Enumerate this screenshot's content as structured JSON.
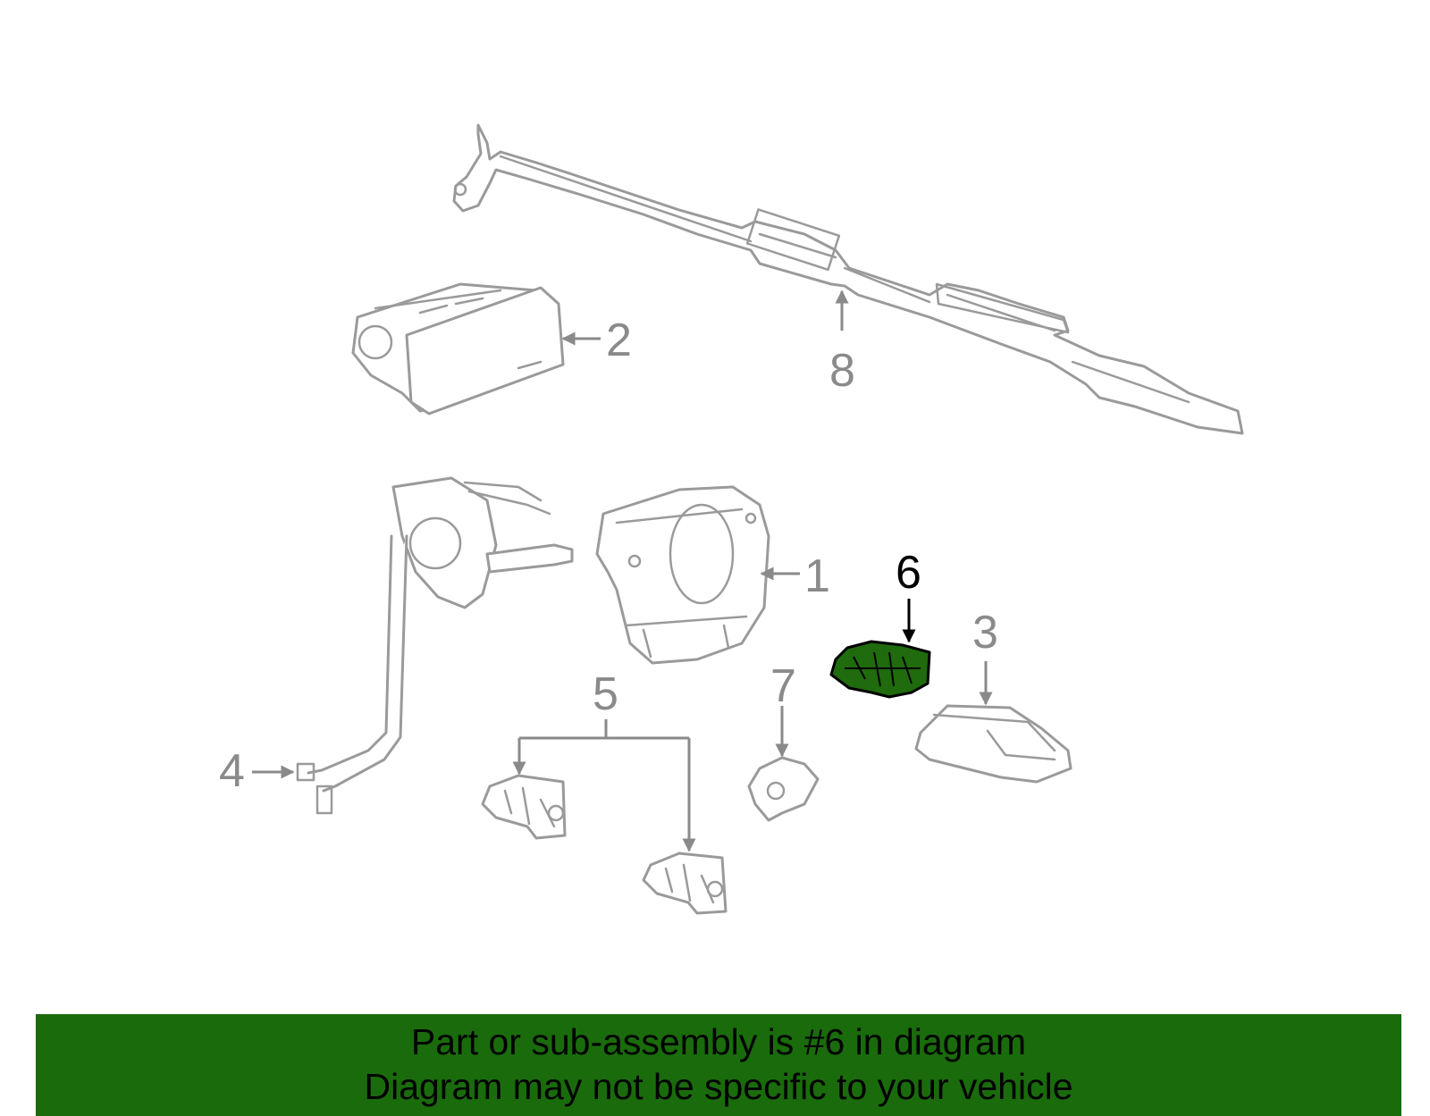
{
  "callouts": {
    "c1": "1",
    "c2": "2",
    "c3": "3",
    "c4": "4",
    "c5": "5",
    "c6": "6",
    "c7": "7",
    "c8": "8"
  },
  "highlighted_part": "6",
  "banner": {
    "line1": "Part or sub-assembly is #6 in diagram",
    "line2": "Diagram may not be specific to your vehicle"
  },
  "colors": {
    "highlight_fill": "#1f6b0e",
    "banner_bg": "#1a6b0c",
    "part_outline": "#9a9a9a"
  }
}
